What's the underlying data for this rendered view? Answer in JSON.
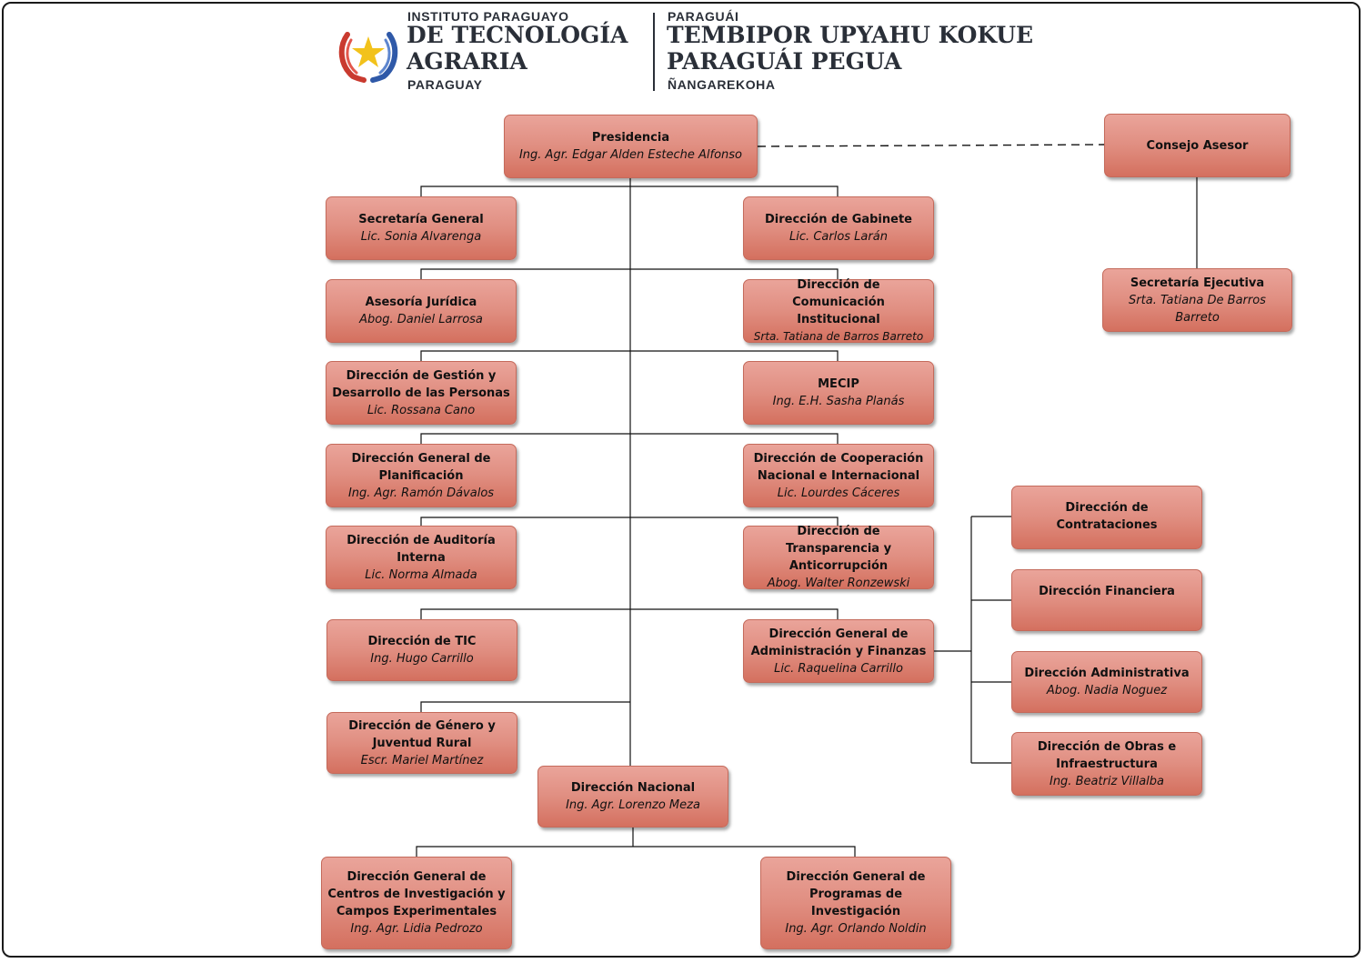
{
  "header": {
    "left": {
      "line1": "INSTITUTO PARAGUAYO",
      "line2": "DE TECNOLOGÍA",
      "line3": "AGRARIA",
      "line4": "PARAGUAY"
    },
    "right": {
      "line1": "PARAGUÁI",
      "line2": "TEMBIPOR UPYAHU KOKUE",
      "line3": "PARAGUÁI PEGUA",
      "line4": "ÑANGAREKOHA"
    },
    "seal_icon": "paraguay-seal-star-laurel"
  },
  "nodes": {
    "presidencia": {
      "title": "Presidencia",
      "person": "Ing. Agr. Edgar Alden Esteche Alfonso"
    },
    "consejo": {
      "title": "Consejo Asesor",
      "person": ""
    },
    "sec_ejecutiva": {
      "title": "Secretaría Ejecutiva",
      "person": "Srta. Tatiana De Barros Barreto"
    },
    "sec_general": {
      "title": "Secretaría General",
      "person": "Lic. Sonia Alvarenga"
    },
    "gabinete": {
      "title": "Dirección de Gabinete",
      "person": "Lic. Carlos Larán"
    },
    "juridica": {
      "title": "Asesoría Jurídica",
      "person": "Abog. Daniel Larrosa"
    },
    "comunicacion": {
      "title": "Dirección de Comunicación Institucional",
      "person": "Srta. Tatiana de Barros Barreto"
    },
    "gestion": {
      "title": "Dirección de Gestión y Desarrollo de las Personas",
      "person": "Lic. Rossana Cano"
    },
    "mecip": {
      "title": "MECIP",
      "person": "Ing. E.H. Sasha Planás"
    },
    "planificacion": {
      "title": "Dirección General de Planificación",
      "person": "Ing. Agr. Ramón Dávalos"
    },
    "cooperacion": {
      "title": "Dirección de Cooperación Nacional e Internacional",
      "person": "Lic. Lourdes Cáceres"
    },
    "auditoria": {
      "title": "Dirección de Auditoría Interna",
      "person": "Lic. Norma Almada"
    },
    "transparencia": {
      "title": "Dirección de Transparencia y Anticorrupción",
      "person": "Abog. Walter Ronzewski"
    },
    "tic": {
      "title": "Dirección de TIC",
      "person": "Ing. Hugo Carrillo"
    },
    "admin_finanzas": {
      "title": "Dirección General de Administración y Finanzas",
      "person": "Lic. Raquelina Carrillo"
    },
    "genero": {
      "title": "Dirección de Género y Juventud Rural",
      "person": "Escr. Mariel Martínez"
    },
    "nacional": {
      "title": "Dirección Nacional",
      "person": "Ing. Agr. Lorenzo Meza"
    },
    "contrataciones": {
      "title": "Dirección de Contrataciones",
      "person": ""
    },
    "financiera": {
      "title": "Dirección Financiera",
      "person": ""
    },
    "administrativa": {
      "title": "Dirección Administrativa",
      "person": "Abog. Nadia Noguez"
    },
    "obras": {
      "title": "Dirección de Obras e Infraestructura",
      "person": "Ing. Beatriz Villalba"
    },
    "centros": {
      "title": "Dirección General de Centros de Investigación y Campos Experimentales",
      "person": "Ing. Agr. Lidia Pedrozo"
    },
    "programas": {
      "title": "Dirección General de Programas de Investigación",
      "person": "Ing. Agr. Orlando Noldin"
    }
  }
}
